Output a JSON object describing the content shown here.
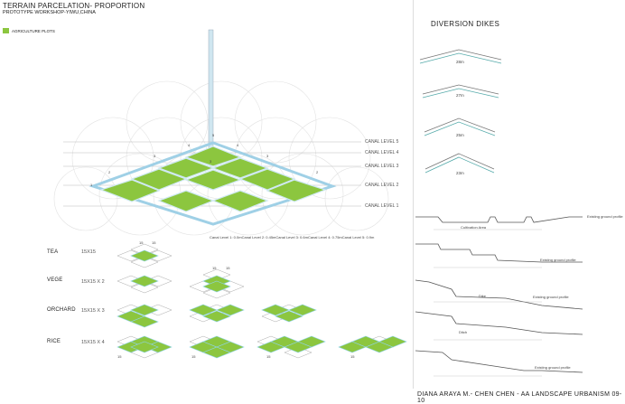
{
  "header": {
    "title": "TERRAIN PARCELATION- PROPORTION",
    "subtitle": "PROTOTYPE WORKSHOP-YIWU,CHINA"
  },
  "legend": {
    "label": "AGRICULTURE PLOTS",
    "color": "#8cc63f"
  },
  "main_diagram": {
    "canal_levels": [
      "CANAL LEVEL 5",
      "CANAL LEVEL 4",
      "CANAL LEVEL 3",
      "CANAL LEVEL 2",
      "CANAL LEVEL 1"
    ],
    "caption": "Canal Level 1: 0.0mCanal Level 2: 0.45mCanal Level 3: 0.6mCanal Level 4: 0.75mCanal Level 5: 0.9m",
    "node_numbers": [
      "5",
      "4",
      "4",
      "3",
      "3",
      "3",
      "2",
      "2",
      "1"
    ]
  },
  "crops": [
    {
      "name": "TEA",
      "size": "15X15"
    },
    {
      "name": "VEGE",
      "size": "15X15 X 2"
    },
    {
      "name": "ORCHARD",
      "size": "15X15 X 3"
    },
    {
      "name": "RICE",
      "size": "15X15 X 4"
    }
  ],
  "plot_dimension": "15",
  "diversion_dikes": {
    "title": "DIVERSION DIKES",
    "widths": [
      "28m",
      "27m",
      "25m",
      "23m"
    ]
  },
  "sections": {
    "ground_profile": "Existing ground profile",
    "cultivation": "Cultivation Area",
    "ditch": "Ditch",
    "dike": "Dike"
  },
  "footer": "DIANA ARAYA M.- CHEN CHEN - AA LANDSCAPE URBANISM 09-10",
  "colors": {
    "plot": "#8cc63f",
    "water": "#8fd3e8",
    "line": "#999999"
  }
}
